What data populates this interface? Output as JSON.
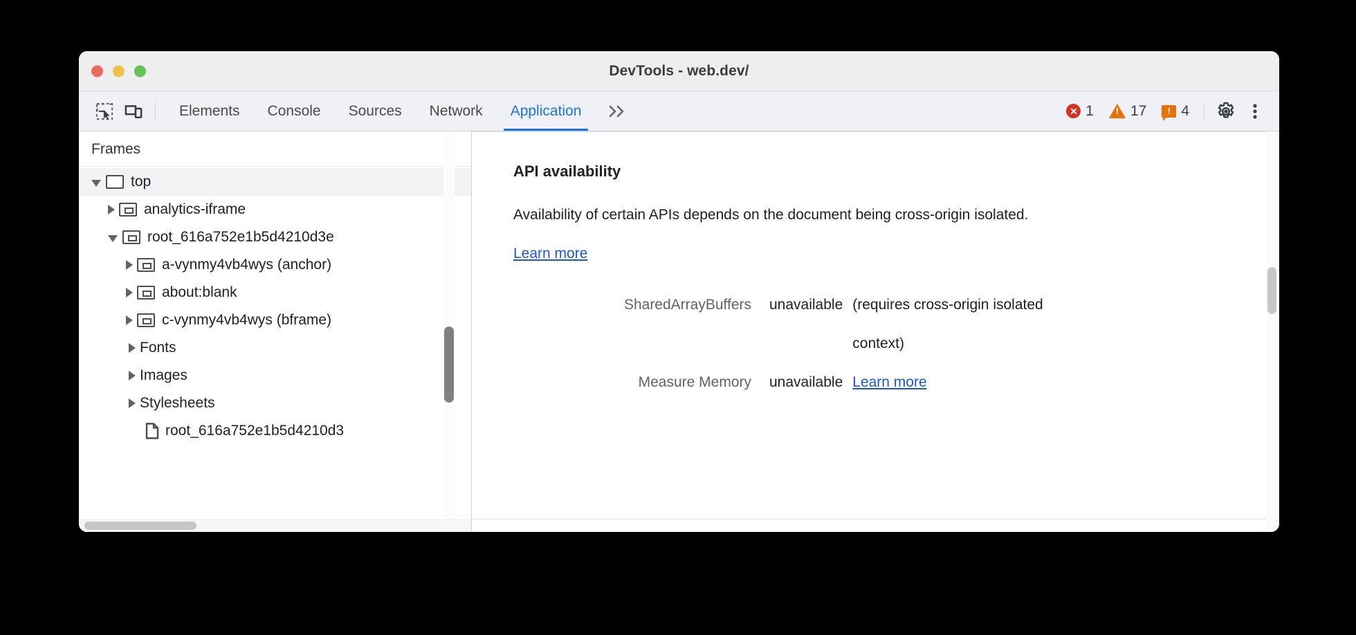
{
  "window": {
    "title": "DevTools - web.dev/",
    "traffic_lights": [
      "close-red",
      "minimize-yellow",
      "zoom-green"
    ]
  },
  "toolbar": {
    "inspect_icon": "inspect-element-icon",
    "device_icon": "device-toolbar-icon",
    "tabs": [
      {
        "label": "Elements",
        "active": false
      },
      {
        "label": "Console",
        "active": false
      },
      {
        "label": "Sources",
        "active": false
      },
      {
        "label": "Network",
        "active": false
      },
      {
        "label": "Application",
        "active": true
      }
    ],
    "more_tabs": "»",
    "counters": {
      "errors": "1",
      "warnings": "17",
      "issues": "4"
    },
    "settings_icon": "gear-icon",
    "menu_icon": "more-vertical-icon",
    "colors": {
      "active_tab": "#1a73e8",
      "error": "#d93025",
      "warning": "#e8710a",
      "issue": "#e8710a"
    }
  },
  "sidebar": {
    "header": "Frames",
    "tree": [
      {
        "label": "top",
        "depth": 0,
        "twisty": "open",
        "icon": "frame-icon",
        "selected": true
      },
      {
        "label": "analytics-iframe",
        "depth": 1,
        "twisty": "closed",
        "icon": "frame-child-icon",
        "selected": false
      },
      {
        "label": "root_616a752e1b5d4210d3e",
        "depth": 1,
        "twisty": "open",
        "icon": "frame-child-icon",
        "selected": false
      },
      {
        "label": "a-vynmy4vb4wys (anchor)",
        "depth": 2,
        "twisty": "closed",
        "icon": "frame-child-icon",
        "selected": false
      },
      {
        "label": "about:blank",
        "depth": 2,
        "twisty": "closed",
        "icon": "frame-child-icon",
        "selected": false
      },
      {
        "label": "c-vynmy4vb4wys (bframe)",
        "depth": 2,
        "twisty": "closed",
        "icon": "frame-child-icon",
        "selected": false
      },
      {
        "label": "Fonts",
        "depth": 2,
        "twisty": "closed",
        "icon": "none",
        "selected": false
      },
      {
        "label": "Images",
        "depth": 2,
        "twisty": "closed",
        "icon": "none",
        "selected": false
      },
      {
        "label": "Stylesheets",
        "depth": 2,
        "twisty": "closed",
        "icon": "none",
        "selected": false
      },
      {
        "label": "root_616a752e1b5d4210d3",
        "depth": 3,
        "twisty": "none",
        "icon": "document-icon",
        "selected": false
      }
    ]
  },
  "main": {
    "section_title": "API availability",
    "paragraph_lead": "Availability of certain APIs depends on the document being cross-origin",
    "paragraph_tail": "isolated.",
    "paragraph_link": "Learn more",
    "rows": [
      {
        "key": "SharedArrayBuffers",
        "value": "unavailable",
        "extra": "(requires cross-origin isolated context)",
        "link": ""
      },
      {
        "key": "Measure Memory",
        "value": "unavailable",
        "extra": "",
        "link": "Learn more"
      }
    ]
  }
}
